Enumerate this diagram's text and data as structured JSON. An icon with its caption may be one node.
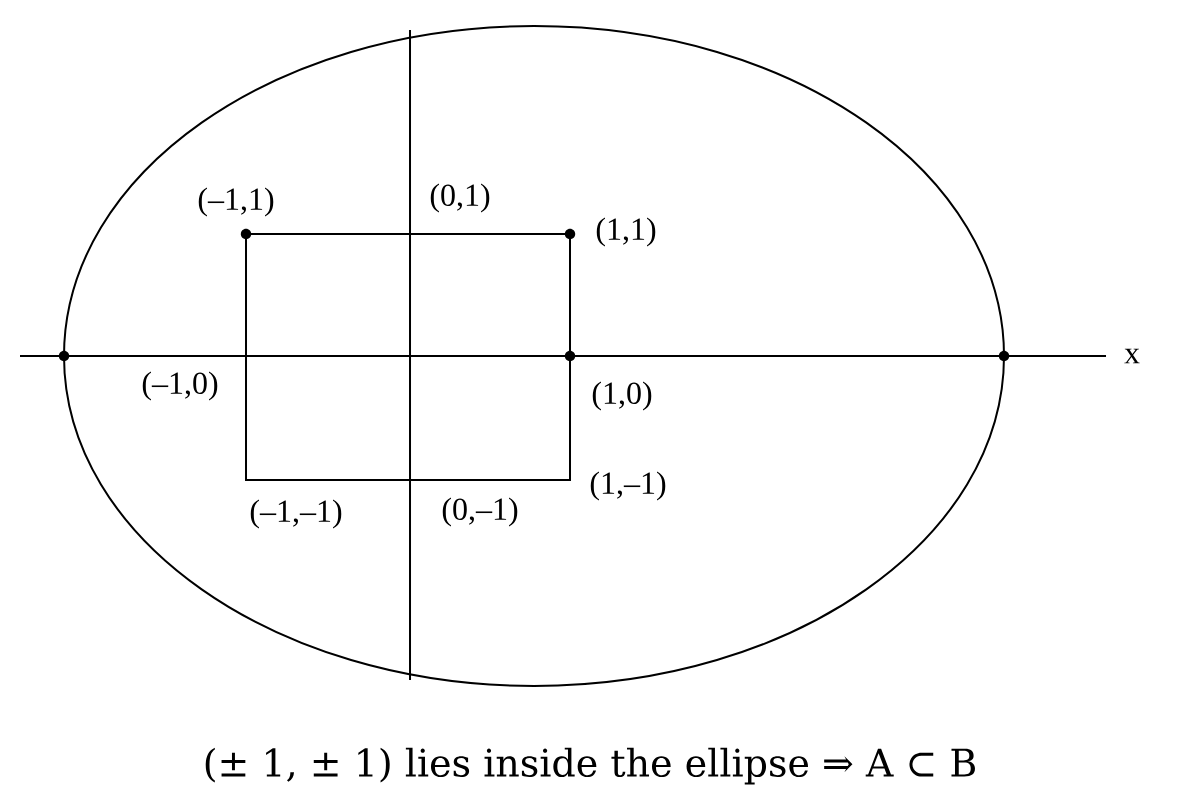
{
  "diagram": {
    "caption": "(± 1, ± 1) lies inside the ellipse ⇒  A ⊂ B",
    "labels": [
      "(–1,1)",
      "(0,1)",
      "(1,1)",
      "x",
      "(–1,0)",
      "(1,0)",
      "(1,–1)",
      "(–1,–1)",
      "(0,–1)"
    ]
  }
}
